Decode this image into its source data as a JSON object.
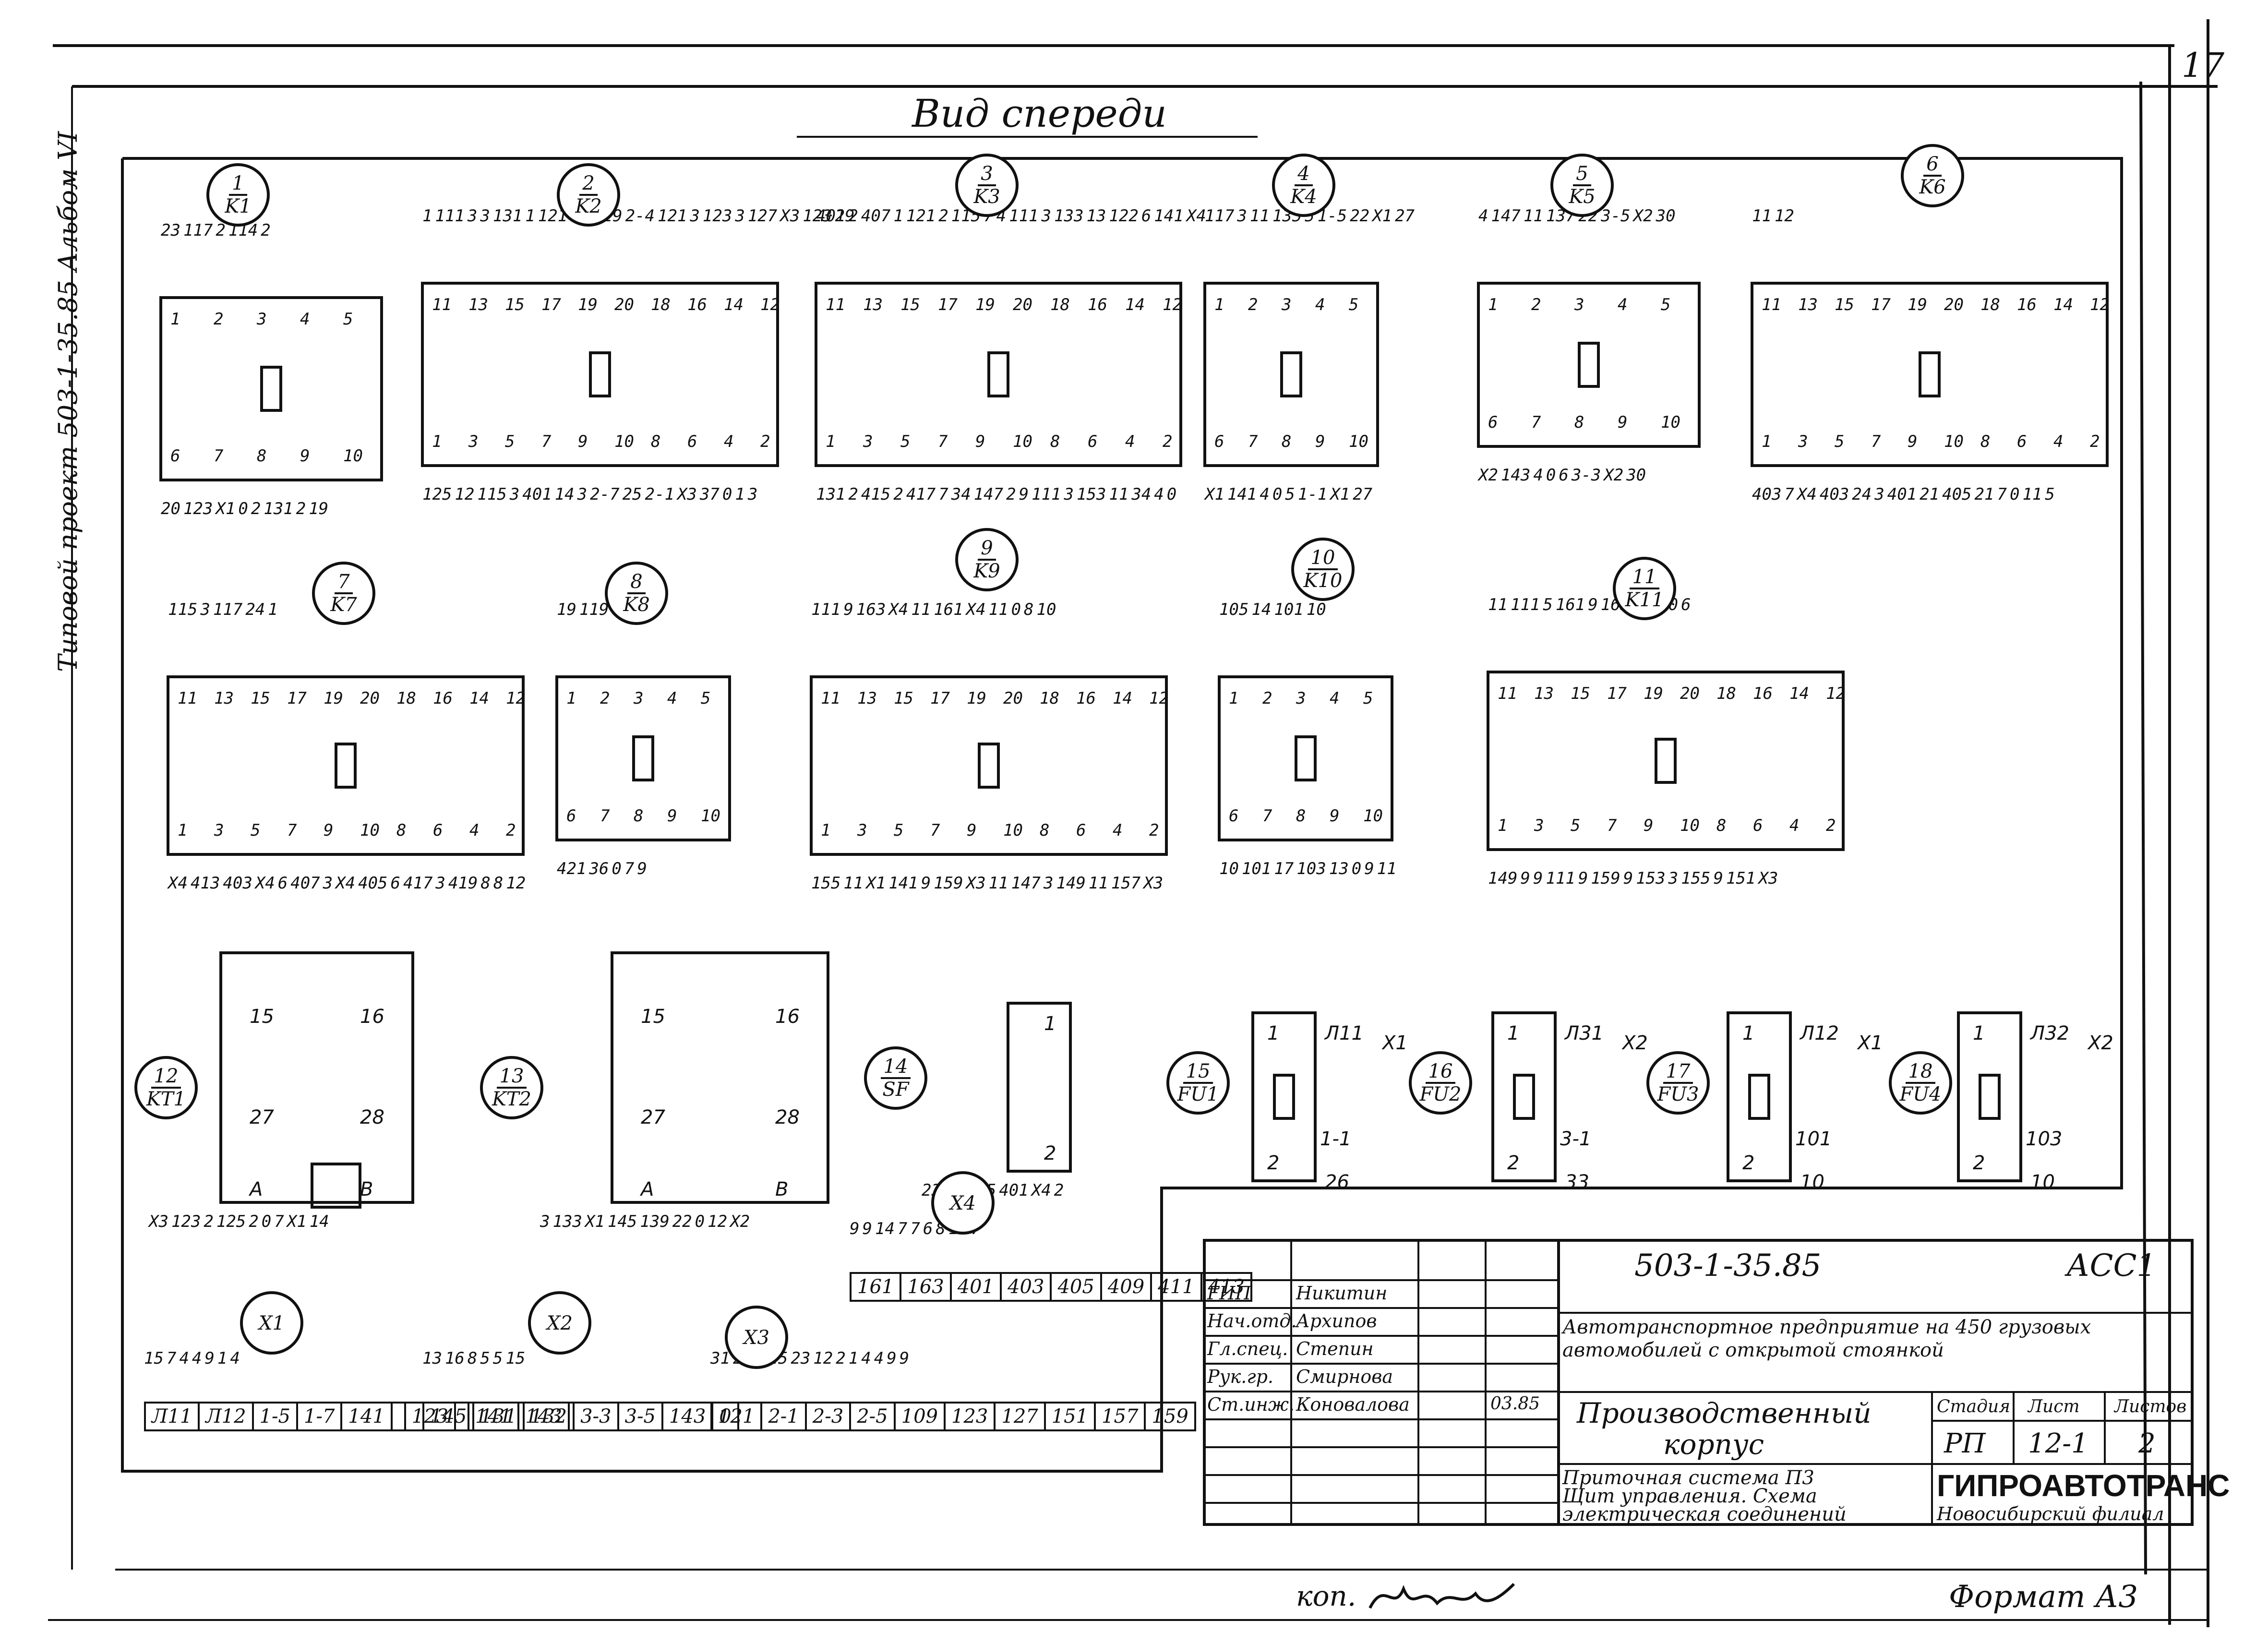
{
  "sheet_number": "17",
  "view_title": "Вид спереди",
  "side_note": "Типовой проект 503-1-35.85 Альбом VI",
  "blocks": [
    {
      "num": "1",
      "name": "K1",
      "top": [
        "23",
        "117",
        "2",
        "114",
        "2"
      ],
      "top_row": [
        "1",
        "2",
        "3",
        "4",
        "5"
      ],
      "bot_row": [
        "6",
        "7",
        "8",
        "9",
        "10"
      ],
      "bottom": [
        "20",
        "123",
        "X1",
        "0",
        "2",
        "131",
        "2",
        "19"
      ]
    },
    {
      "num": "2",
      "name": "K2",
      "top": [
        "1",
        "111",
        "3",
        "3",
        "131",
        "1",
        "121",
        "32",
        "119",
        "2-4",
        "121",
        "3",
        "123",
        "3",
        "127",
        "X3",
        "123",
        "29"
      ],
      "top_row": [
        "11",
        "13",
        "15",
        "17",
        "19",
        "20",
        "18",
        "16",
        "14",
        "12"
      ],
      "bot_row": [
        "1",
        "3",
        "5",
        "7",
        "9",
        "10",
        "8",
        "6",
        "4",
        "2"
      ],
      "bottom": [
        "125",
        "12",
        "115",
        "3",
        "401",
        "14",
        "3",
        "2-7",
        "25",
        "2-1",
        "X3",
        "37",
        "0",
        "1",
        "3"
      ]
    },
    {
      "num": "3",
      "name": "K3",
      "top": [
        "401",
        "2",
        "407",
        "1",
        "121",
        "2",
        "115",
        "7",
        "4",
        "111",
        "3",
        "133",
        "13",
        "122",
        "6",
        "141",
        "X4"
      ],
      "top_row": [
        "11",
        "13",
        "15",
        "17",
        "19",
        "20",
        "18",
        "16",
        "14",
        "12"
      ],
      "bot_row": [
        "1",
        "3",
        "5",
        "7",
        "9",
        "10",
        "8",
        "6",
        "4",
        "2"
      ],
      "bottom": [
        "131",
        "2",
        "415",
        "2",
        "417",
        "7",
        "34",
        "147",
        "2",
        "9",
        "111",
        "3",
        "153",
        "11",
        "34",
        "4",
        "0"
      ]
    },
    {
      "num": "4",
      "name": "K4",
      "top": [
        "117",
        "3",
        "11",
        "135",
        "5",
        "1-5",
        "22",
        "X1",
        "27"
      ],
      "top_row": [
        "1",
        "2",
        "3",
        "4",
        "5"
      ],
      "bot_row": [
        "6",
        "7",
        "8",
        "9",
        "10"
      ],
      "bottom": [
        "X1",
        "141",
        "4",
        "0",
        "5",
        "1-1",
        "X1",
        "27"
      ]
    },
    {
      "num": "5",
      "name": "K5",
      "top": [
        "4",
        "147",
        "11",
        "137",
        "22",
        "3-5",
        "X2",
        "30"
      ],
      "top_row": [
        "1",
        "2",
        "3",
        "4",
        "5"
      ],
      "bot_row": [
        "6",
        "7",
        "8",
        "9",
        "10"
      ],
      "bottom": [
        "X2",
        "143",
        "4",
        "0",
        "6",
        "3-3",
        "X2",
        "30"
      ]
    },
    {
      "num": "6",
      "name": "K6",
      "top": [
        "11",
        "12"
      ],
      "top_row": [
        "11",
        "13",
        "15",
        "17",
        "19",
        "20",
        "18",
        "16",
        "14",
        "12"
      ],
      "bot_row": [
        "1",
        "3",
        "5",
        "7",
        "9",
        "10",
        "8",
        "6",
        "4",
        "2"
      ],
      "bottom": [
        "403",
        "7",
        "X4",
        "403",
        "24",
        "3",
        "401",
        "21",
        "405",
        "21",
        "7",
        "0",
        "11",
        "5"
      ]
    },
    {
      "num": "7",
      "name": "K7",
      "top": [
        "115",
        "3",
        "117",
        "24",
        "1"
      ],
      "top_row": [
        "11",
        "13",
        "15",
        "17",
        "19",
        "20",
        "18",
        "16",
        "14",
        "12"
      ],
      "bot_row": [
        "1",
        "3",
        "5",
        "7",
        "9",
        "10",
        "8",
        "6",
        "4",
        "2"
      ],
      "bottom": [
        "X4",
        "413",
        "403",
        "X4",
        "6",
        "407",
        "3",
        "X4",
        "405",
        "6",
        "417",
        "3",
        "419",
        "8",
        "8",
        "12"
      ]
    },
    {
      "num": "8",
      "name": "K8",
      "top": [
        "19",
        "119",
        "7"
      ],
      "top_row": [
        "1",
        "2",
        "3",
        "4",
        "5"
      ],
      "bot_row": [
        "6",
        "7",
        "8",
        "9",
        "10"
      ],
      "bottom": [
        "421",
        "36",
        "0",
        "7",
        "9"
      ]
    },
    {
      "num": "9",
      "name": "K9",
      "top": [
        "111",
        "9",
        "163",
        "X4",
        "11",
        "161",
        "X4",
        "11",
        "0",
        "8",
        "10"
      ],
      "top_row": [
        "11",
        "13",
        "15",
        "17",
        "19",
        "20",
        "18",
        "16",
        "14",
        "12"
      ],
      "bot_row": [
        "1",
        "3",
        "5",
        "7",
        "9",
        "10",
        "8",
        "6",
        "4",
        "2"
      ],
      "bottom": [
        "155",
        "11",
        "X1",
        "141",
        "9",
        "159",
        "X3",
        "11",
        "147",
        "3",
        "149",
        "11",
        "157",
        "X3"
      ]
    },
    {
      "num": "10",
      "name": "K10",
      "top": [
        "105",
        "14",
        "101",
        "10"
      ],
      "top_row": [
        "1",
        "2",
        "3",
        "4",
        "5"
      ],
      "bot_row": [
        "6",
        "7",
        "8",
        "9",
        "10"
      ],
      "bottom": [
        "10",
        "101",
        "17",
        "103",
        "13",
        "0",
        "9",
        "11"
      ]
    },
    {
      "num": "11",
      "name": "K11",
      "top": [
        "11",
        "111",
        "5",
        "161",
        "9",
        "163",
        "9",
        "0",
        "10",
        "6"
      ],
      "top_row": [
        "11",
        "13",
        "15",
        "17",
        "19",
        "20",
        "18",
        "16",
        "14",
        "12"
      ],
      "bot_row": [
        "1",
        "3",
        "5",
        "7",
        "9",
        "10",
        "8",
        "6",
        "4",
        "2"
      ],
      "bottom": [
        "149",
        "9",
        "9",
        "111",
        "9",
        "159",
        "9",
        "153",
        "3",
        "155",
        "9",
        "151",
        "X3"
      ]
    }
  ],
  "timers": [
    {
      "num": "12",
      "name": "KT1",
      "pins": [
        "15",
        "16",
        "27",
        "28",
        "A",
        "B"
      ],
      "wires": [
        "X3",
        "123",
        "2",
        "125",
        "2",
        "0",
        "7",
        "X1",
        "14"
      ]
    },
    {
      "num": "13",
      "name": "KT2",
      "pins": [
        "15",
        "16",
        "27",
        "28",
        "A",
        "B"
      ],
      "wires": [
        "3",
        "133",
        "X1",
        "145",
        "139",
        "22",
        "0",
        "12",
        "X2"
      ]
    }
  ],
  "switch": {
    "num": "14",
    "name": "SF",
    "pins": [
      "1",
      "2"
    ],
    "wires": [
      "23",
      "10",
      "105",
      "401",
      "X4",
      "2"
    ]
  },
  "fuses": [
    {
      "num": "15",
      "name": "FU1",
      "top": "1",
      "bottom": "2",
      "top_wire": "Л11",
      "top_terminal": "X1",
      "bottom_wire": "1-1",
      "bottom_terminal": "26"
    },
    {
      "num": "16",
      "name": "FU2",
      "top": "1",
      "bottom": "2",
      "top_wire": "Л31",
      "top_terminal": "X2",
      "bottom_wire": "3-1",
      "bottom_terminal": "33"
    },
    {
      "num": "17",
      "name": "FU3",
      "top": "1",
      "bottom": "2",
      "top_wire": "Л12",
      "top_terminal": "X1",
      "bottom_wire": "101",
      "bottom_terminal": "10"
    },
    {
      "num": "18",
      "name": "FU4",
      "top": "1",
      "bottom": "2",
      "top_wire": "Л32",
      "top_terminal": "X2",
      "bottom_wire": "103",
      "bottom_terminal": "10"
    }
  ],
  "terminal_strips": [
    {
      "name": "X1",
      "wires": [
        "15",
        "7",
        "4",
        "4",
        "9",
        "1",
        "4"
      ],
      "cells": [
        "Л11",
        "Л12",
        "1-5",
        "1-7",
        "141",
        "",
        "123",
        "",
        "141",
        "143"
      ]
    },
    {
      "name": "X2",
      "wires": [
        "13",
        "16",
        "8",
        "5",
        "5",
        "15"
      ],
      "cells": [
        "145",
        "131",
        "132",
        "3-3",
        "3-5",
        "143",
        "0"
      ]
    },
    {
      "name": "X3",
      "wires": [
        "31",
        "2",
        "25",
        "25",
        "23",
        "12",
        "2",
        "1",
        "4",
        "4",
        "9",
        "9"
      ],
      "cells": [
        "121",
        "2-1",
        "2-3",
        "2-5",
        "109",
        "123",
        "127",
        "151",
        "157",
        "159"
      ]
    },
    {
      "name": "X4",
      "wires": [
        "9",
        "9",
        "14",
        "7",
        "7",
        "6",
        "8",
        "11",
        "7"
      ],
      "cells": [
        "161",
        "163",
        "401",
        "403",
        "405",
        "409",
        "411",
        "413"
      ]
    }
  ],
  "title_block": {
    "roles": [
      "ГИП",
      "Нач.отд.",
      "Гл.спец.",
      "Рук.гр.",
      "Ст.инж."
    ],
    "names": [
      "Никитин",
      "Архипов",
      "Степин",
      "Смирнова",
      "Коновалова"
    ],
    "date": "03.85",
    "code": "503-1-35.85",
    "set": "АСС1",
    "project_line1": "Автотранспортное предприятие на 450 грузовых",
    "project_line2": "автомобилей с открытой стоянкой",
    "building_line1": "Производственный",
    "building_line2": "корпус",
    "desc_line1": "Приточная система П3",
    "desc_line2": "Щит управления. Схема",
    "desc_line3": "электрическая соединений",
    "col_stage": "Стадия",
    "col_sheet": "Лист",
    "col_sheets": "Листов",
    "stage": "РП",
    "sheet": "12-1",
    "sheets": "2",
    "org": "ГИПРОАВТОТРАНС",
    "org_branch": "Новосибирский филиал"
  },
  "footer_copy": "коп.",
  "footer_format": "Формат А3"
}
